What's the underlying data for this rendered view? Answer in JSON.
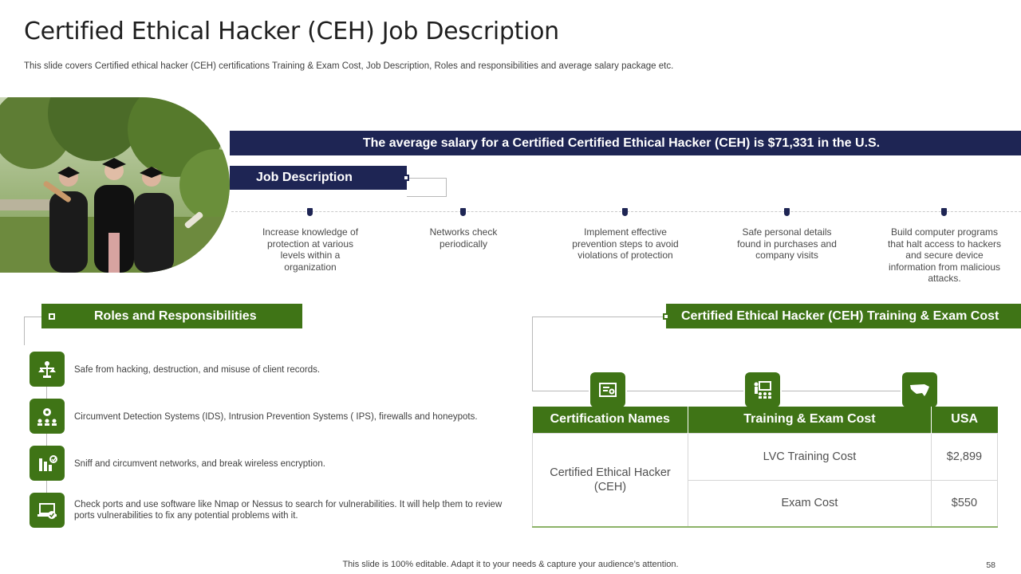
{
  "title": "Certified Ethical Hacker (CEH) Job Description",
  "subtitle": "This slide covers Certified ethical hacker (CEH) certifications Training & Exam Cost, Job Description, Roles and responsibilities and average salary package etc.",
  "salary_banner": "The average salary for a Certified Certified Ethical Hacker (CEH) is $71,331 in the U.S.",
  "job_description": {
    "label": "Job Description",
    "items": [
      "Increase knowledge of protection at various levels within a organization",
      "Networks check periodically",
      "Implement effective prevention steps to avoid violations of protection",
      "Safe personal details found in purchases and company visits",
      "Build computer programs that halt access to hackers and secure device information from malicious attacks."
    ]
  },
  "roles": {
    "label": "Roles and Responsibilities",
    "items": [
      {
        "icon": "hacker-scales-icon",
        "text": "Safe from hacking, destruction, and misuse of client records."
      },
      {
        "icon": "network-gear-icon",
        "text": "Circumvent Detection Systems (IDS), Intrusion Prevention Systems ( IPS), firewalls and honeypots."
      },
      {
        "icon": "wireless-signal-icon",
        "text": "Sniff and circumvent networks, and break wireless encryption."
      },
      {
        "icon": "laptop-check-icon",
        "text": "Check ports and use software like Nmap or Nessus to search for vulnerabilities. It will help them to review ports vulnerabilities to fix any potential problems with it."
      }
    ]
  },
  "cost": {
    "label": "Certified Ethical Hacker (CEH) Training & Exam Cost",
    "icons": [
      "certificate-icon",
      "presentation-training-icon",
      "usa-map-icon"
    ],
    "headers": [
      "Certification Names",
      "Training & Exam Cost",
      "USA"
    ],
    "certification": "Certified Ethical Hacker (CEH)",
    "rows": [
      {
        "item": "LVC Training Cost",
        "price": "$2,899"
      },
      {
        "item": "Exam Cost",
        "price": "$550"
      }
    ]
  },
  "footer": "This slide is 100% editable. Adapt it to your needs & capture your audience’s attention.",
  "page_number": "58",
  "colors": {
    "navy": "#1e2554",
    "green": "#3f7416"
  }
}
